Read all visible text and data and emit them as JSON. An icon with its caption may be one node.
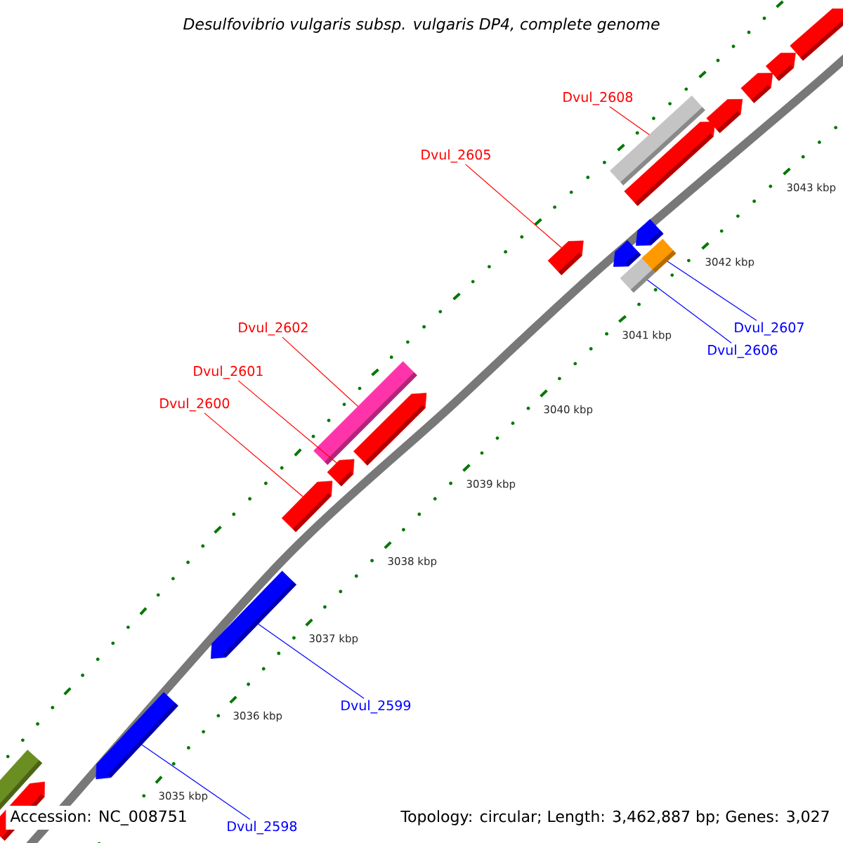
{
  "diagram": {
    "title": "Desulfovibrio vulgaris subsp. vulgaris DP4, complete genome",
    "nodes": [
      {
        "text": [
          "Dvul_2608"
        ]
      },
      {
        "text": [
          "Dvul_2605"
        ]
      },
      {
        "text": [
          "Dvul_2602"
        ]
      },
      {
        "text": [
          "Dvul_2601"
        ]
      },
      {
        "text": [
          "Dvul_2600"
        ]
      },
      {
        "text": [
          "Dvul_2607"
        ]
      },
      {
        "text": [
          "Dvul_2606"
        ]
      },
      {
        "text": [
          "Dvul_2599"
        ]
      },
      {
        "text": [
          "Dvul_2598"
        ]
      },
      {
        "text": [],
        "shape": "bar"
      },
      {
        "text": [],
        "shape": "arrow"
      },
      {
        "text": [],
        "shape": "arrow"
      },
      {
        "text": [],
        "shape": "arrow"
      },
      {
        "text": [],
        "shape": "arrow"
      },
      {
        "text": [],
        "shape": "arrow"
      },
      {
        "text": [],
        "shape": "arrow"
      },
      {
        "text": [],
        "shape": "arrow"
      },
      {
        "text": [],
        "shape": "arrow"
      },
      {
        "text": [],
        "shape": "bar"
      },
      {
        "text": [],
        "shape": "bar"
      },
      {
        "text": [],
        "shape": "bar"
      },
      {
        "text": [],
        "shape": "arrow"
      },
      {
        "text": [],
        "shape": "arrow"
      },
      {
        "text": [],
        "shape": "arrow"
      },
      {
        "text": [],
        "shape": "arrow"
      },
      {
        "text": [],
        "shape": "arrow"
      },
      {
        "text": [],
        "shape": "bar"
      },
      {
        "text": [],
        "shape": "arrow"
      }
    ],
    "edges": [
      {
        "from": 0,
        "to": 9,
        "arrow": "none"
      },
      {
        "from": 1,
        "to": 15,
        "arrow": "none"
      },
      {
        "from": 2,
        "to": 20,
        "arrow": "none"
      },
      {
        "from": 3,
        "to": 22,
        "arrow": "none"
      },
      {
        "from": 4,
        "to": 23,
        "arrow": "none"
      },
      {
        "from": 5,
        "to": 19,
        "arrow": "none",
        "color": "#0000ff"
      },
      {
        "from": 6,
        "to": 18,
        "arrow": "none",
        "color": "#0000ff"
      },
      {
        "from": 7,
        "to": 24,
        "arrow": "none",
        "color": "#0000ff"
      },
      {
        "from": 8,
        "to": 25,
        "arrow": "none",
        "color": "#0000ff"
      }
    ],
    "labels": [
      "3043 kbp",
      "3042 kbp",
      "3041 kbp",
      "3040 kbp",
      "3039 kbp",
      "3038 kbp",
      "3037 kbp",
      "3036 kbp",
      "3035 kbp",
      "Accession: NC_008751",
      "Topology: circular; Length: 3,462,887 bp; Genes: 3,027"
    ]
  }
}
